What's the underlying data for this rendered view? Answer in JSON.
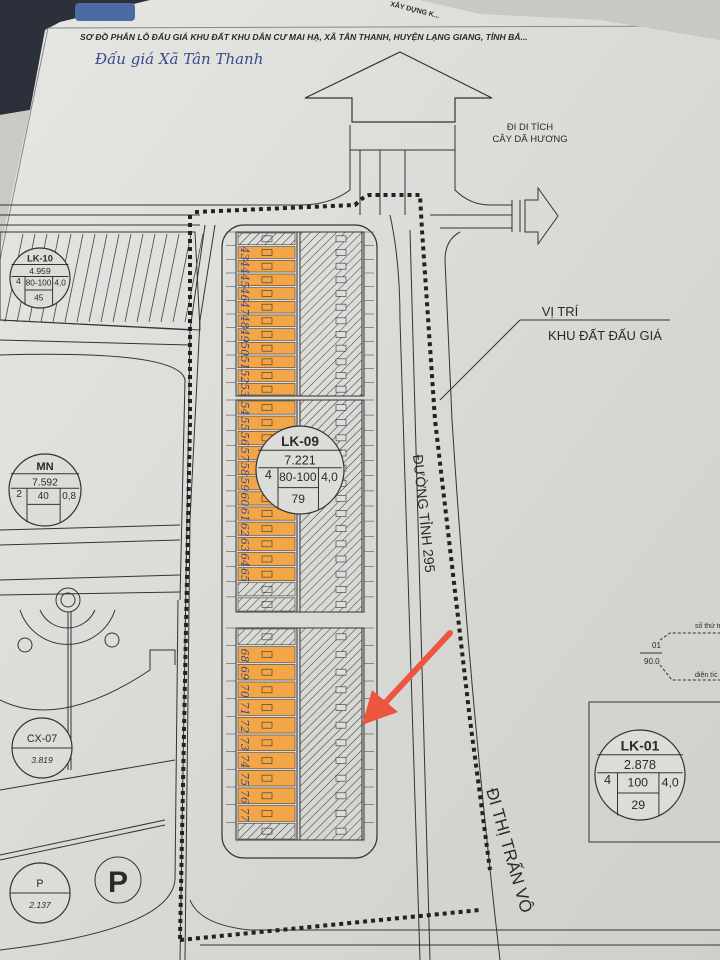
{
  "title": "SƠ ĐỒ PHÂN LÔ ĐẤU GIÁ KHU ĐẤT KHU DÂN CƯ MAI HẠ, XÃ TÂN THANH, HUYỆN LẠNG GIANG, TỈNH BẮ...",
  "handwritten_note": "Đấu giá Xã Tân Thanh",
  "top_fragment": "XÂY DỰNG K...",
  "labels": {
    "di_tich_line1": "ĐI DI TÍCH",
    "di_tich_line2": "CÂY DÃ HƯƠNG",
    "vi_tri_line1": "VỊ TRÍ",
    "vi_tri_line2": "KHU ĐẤT ĐẤU GIÁ",
    "road_295": "ĐƯỜNG TỈNH 295",
    "road_voi": "ĐI THỊ TRẤN VÔ"
  },
  "legend": {
    "lot_number": "01",
    "lot_area": "90.0",
    "lot_number_label": "số thứ tự",
    "lot_area_label": "diện tíc"
  },
  "zones": [
    {
      "name": "LK-10",
      "area": "4.959",
      "floors": "4",
      "coverage": "80-100",
      "far": "4,0",
      "lots": "45"
    },
    {
      "name": "LK-09",
      "area": "7.221",
      "floors": "4",
      "coverage": "80-100",
      "far": "4,0",
      "lots": "79"
    },
    {
      "name": "MN",
      "area": "7.592",
      "floors": "2",
      "coverage": "40",
      "far": "0,8",
      "lots": ""
    },
    {
      "name": "LK-01",
      "area": "2.878",
      "floors": "4",
      "coverage": "100",
      "far": "4,0",
      "lots": "29"
    },
    {
      "name": "CX-07",
      "area": "3.819"
    },
    {
      "name": "P",
      "area": "2.137"
    }
  ],
  "parking_symbol": "P",
  "lot_blocks": [
    {
      "rows": 12,
      "auction_lots": [
        "",
        "43",
        "44",
        "45",
        "46",
        "47",
        "48",
        "49",
        "50",
        "51",
        "52",
        "53"
      ]
    },
    {
      "rows": 14,
      "auction_lots": [
        "54",
        "55",
        "56",
        "57",
        "58",
        "59",
        "60",
        "61",
        "62",
        "63",
        "64",
        "65",
        "",
        ""
      ]
    },
    {
      "rows": 12,
      "auction_lots": [
        "",
        "68",
        "69",
        "70",
        "71",
        "72",
        "73",
        "74",
        "75",
        "76",
        "77",
        ""
      ]
    }
  ],
  "colors": {
    "auction_highlight": "#f4a646",
    "pointer_arrow": "#ee5540",
    "handwriting": "#3b4a8c"
  },
  "icons": {
    "pointer": "red-arrow-icon",
    "direction": "road-arrow-icon",
    "parking": "parking-icon"
  }
}
